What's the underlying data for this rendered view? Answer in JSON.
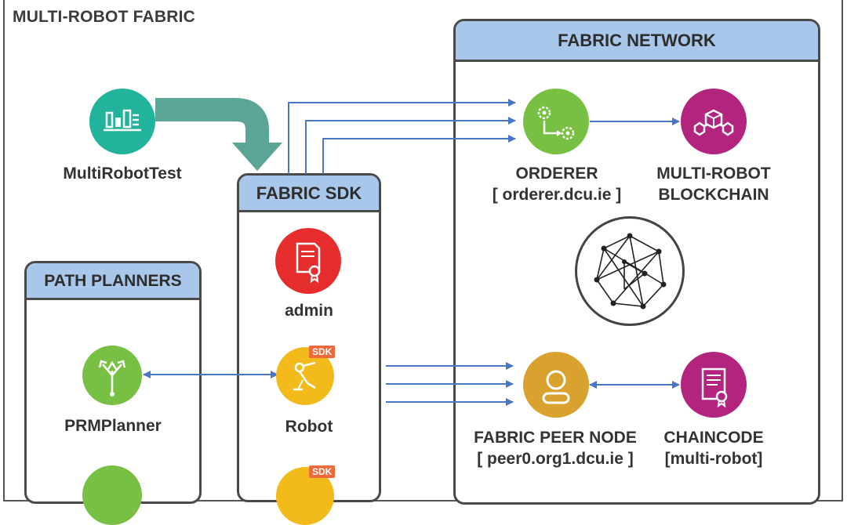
{
  "title": "MULTI-ROBOT FABRIC",
  "panels": {
    "fabric_network": "FABRIC NETWORK",
    "fabric_sdk": "FABRIC SDK",
    "path_planners": "PATH PLANNERS"
  },
  "nodes": {
    "multirobot_test": "MultiRobotTest",
    "orderer_name": "ORDERER",
    "orderer_host": "[ orderer.dcu.ie ]",
    "blockchain_line1": "MULTI-ROBOT",
    "blockchain_line2": "BLOCKCHAIN",
    "admin": "admin",
    "robot": "Robot",
    "sdk_badge": "SDK",
    "prm_planner": "PRMPlanner",
    "peer_name": "FABRIC PEER NODE",
    "peer_host": "[ peer0.org1.dcu.ie ]",
    "chaincode_name": "CHAINCODE",
    "chaincode_host": "[multi-robot]"
  },
  "colors": {
    "panel_header": "#a9c7ea",
    "teal": "#22b39c",
    "green": "#78c043",
    "magenta": "#b3247f",
    "red": "#e52d2d",
    "yellow": "#f2bb1b",
    "gold": "#d9a12d",
    "arrow_blue": "#4a77c5",
    "big_arrow": "#5aa595"
  }
}
